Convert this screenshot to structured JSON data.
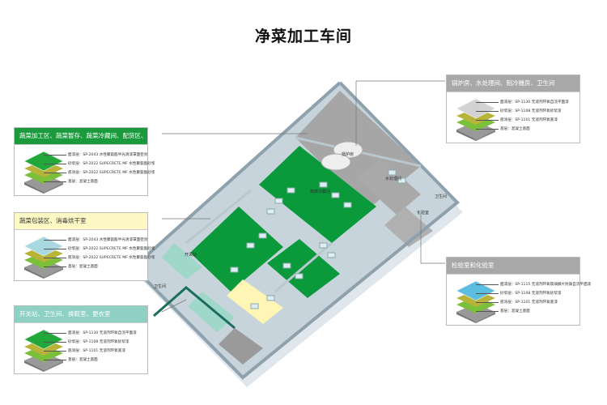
{
  "title": "净菜加工车间",
  "panels": [
    {
      "heading": "蔬菜加工区、蔬菜暂存、蔬菜冷藏间、配货区、净菜冷藏间",
      "header_color": "#1a9a3c",
      "header_text_color": "#ffffff",
      "top_color": "#22a83a",
      "layers": [
        "面漆层：SP-2043 水性聚氨酯半光清漆罩面密封",
        "砂浆层：SP-2022 SUPECRETE MF 水性聚氨酯砂浆",
        "底涂层：SP-2022 SUPECRETE MF 水性聚氨酯砂浆",
        "基层：混凝土基面"
      ]
    },
    {
      "heading": "蔬菜包装区、消毒烘干室",
      "header_color": "#fdf8c4",
      "header_text_color": "#333333",
      "top_color": "#a9d8e0",
      "layers": [
        "面漆层：SP-2043 水性聚氨酯半光清漆罩面密封",
        "砂浆层：SP-2022 SUPECRETE MF 水性聚氨酯砂浆",
        "底涂层：SP-2022 SUPECRETE MF 水性聚氨酯砂浆",
        "基层：混凝土基面"
      ]
    },
    {
      "heading": "开关站、卫生间、换鞋室、更衣室",
      "header_color": "#8fd0c4",
      "header_text_color": "#ffffff",
      "top_color": "#22a83a",
      "layers": [
        "面漆层：SP-1130 无溶剂环氧自流平面漆",
        "砂浆层：SP-1108 无溶剂环氧砂浆漆",
        "底涂层：SP-1101 无溶剂环氧底漆",
        "基层：混凝土基面"
      ]
    },
    {
      "heading": "锅炉房、水处理间、制冷機房、卫生间",
      "header_color": "#a8a8a8",
      "header_text_color": "#ffffff",
      "top_color": "#d2d2d2",
      "layers": [
        "面漆层：SP-1130 无溶剂环氧自流平面漆",
        "砂浆层：SP-1108 无溶剂环氧砂浆漆",
        "底涂层：SP-1101 无溶剂环氧底漆",
        "基层：混凝土基面"
      ]
    },
    {
      "heading": "检验室和化验室",
      "header_color": "#a8a8a8",
      "header_text_color": "#ffffff",
      "top_color": "#5bbde0",
      "layers": [
        "面漆层：SP-1115 无溶剂环氧玻璃鳞片防腐自流平面漆",
        "砂浆层：SP-1108 无溶剂环氧砂浆漆",
        "底涂层：SP-1101 无溶剂环氧底漆",
        "基层：混凝土基面"
      ]
    }
  ],
  "rooms": [
    "锅炉房",
    "水处理间",
    "卫生间",
    "化验室",
    "蔬菜冷藏间",
    "开关站",
    "卫生间"
  ]
}
